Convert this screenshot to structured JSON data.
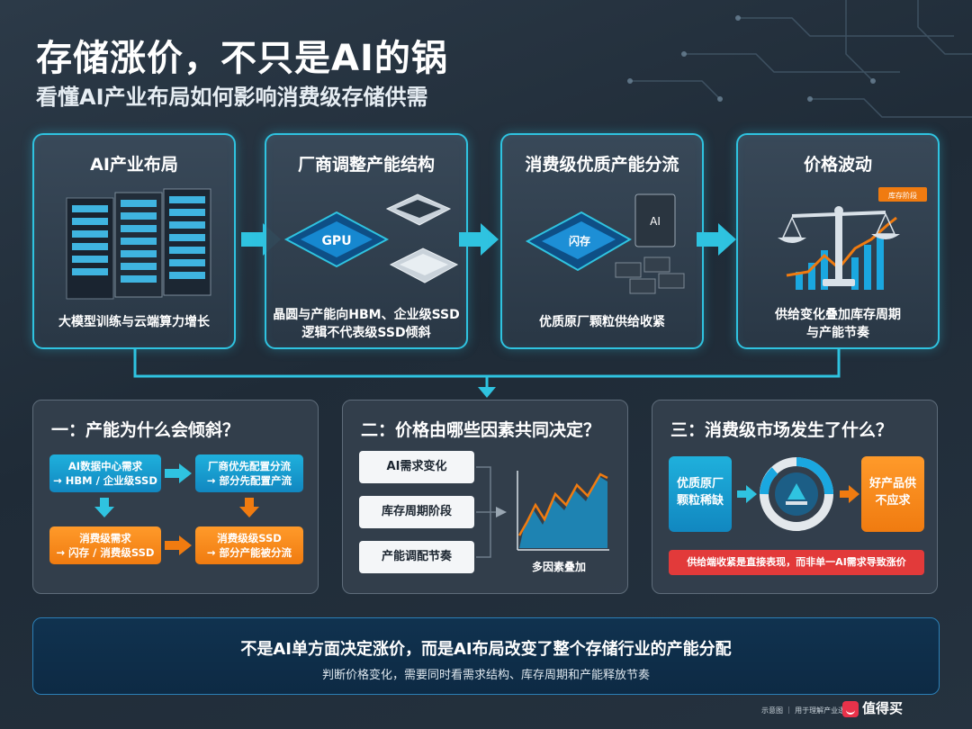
{
  "header": {
    "title": "存储涨价，不只是AI的锅",
    "subtitle": "看懂AI产业布局如何影响消费级存储供需"
  },
  "stages": [
    {
      "title": "AI产业布局",
      "caption_lines": [
        "大模型训练与云端算力增长"
      ]
    },
    {
      "title": "厂商调整产能结构",
      "caption_lines": [
        "晶圆与产能向HBM、企业级SSD",
        "逻辑不代表级SSD倾斜"
      ],
      "chip_label": "GPU"
    },
    {
      "title": "消费级优质产能分流",
      "caption_lines": [
        "优质原厂颗粒供给收紧"
      ],
      "chip_label": "闪存",
      "chip_small_label": "AI"
    },
    {
      "title": "价格波动",
      "caption_lines": [
        "供给变化叠加库存周期",
        "与产能节奏"
      ],
      "tag_label": "库存阶段"
    }
  ],
  "panels": {
    "p1": {
      "title": "一：产能为什么会倾斜？",
      "boxes": [
        {
          "lines": [
            "AI数据中心需求",
            "→ HBM / 企业级SSD"
          ]
        },
        {
          "lines": [
            "厂商优先配置分流",
            "→ 部分先配置产流"
          ]
        },
        {
          "lines": [
            "消费级需求",
            "→ 闪存 / 消费级SSD"
          ]
        },
        {
          "lines": [
            "消费级级SSD",
            "→ 部分产能被分流"
          ]
        }
      ]
    },
    "p2": {
      "title": "二：价格由哪些因素共同决定？",
      "factors": [
        "AI需求变化",
        "库存周期阶段",
        "产能调配节奏"
      ],
      "chart_caption": "多因素叠加"
    },
    "p3": {
      "title": "三：消费级市场发生了什么？",
      "left_box": [
        "优质原厂",
        "颗粒稀缺"
      ],
      "right_box": [
        "好产品供",
        "不应求"
      ],
      "banner": "供给端收紧是直接表现，而非单一AI需求导致涨价"
    }
  },
  "bottom": {
    "main": "不是AI单方面决定涨价，而是AI布局改变了整个存储行业的产能分配",
    "sub": "判断价格变化，需要同时看需求结构、库存周期和产能释放节奏"
  },
  "footer": {
    "note": "示意图 ｜ 用于理解产业逻辑",
    "brand": "值得买"
  },
  "colors": {
    "accent": "#2fc3e0",
    "orange": "#f07b10",
    "blue": "#1187c0",
    "red": "#e23a3a"
  }
}
